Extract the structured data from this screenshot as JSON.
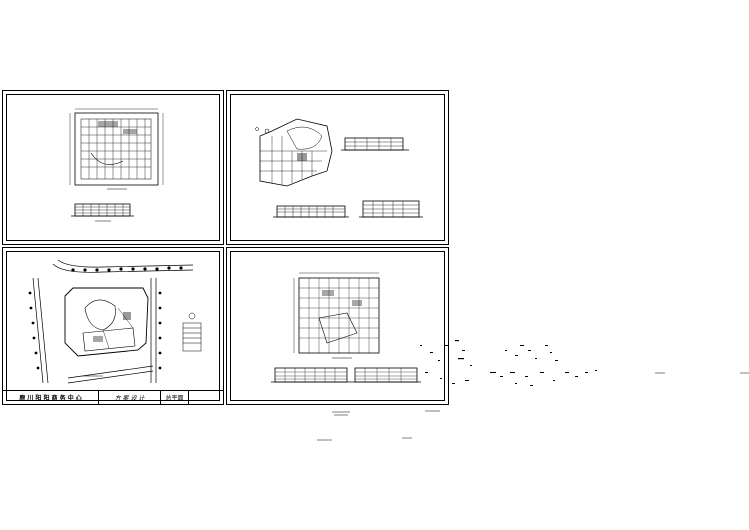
{
  "title_block": {
    "org": "鹿 川 阳 阳 商 务 中 心",
    "stage": "方 案 设 计",
    "drawing": "总平面"
  },
  "footer": {
    "left_label": "",
    "right_label": ""
  }
}
